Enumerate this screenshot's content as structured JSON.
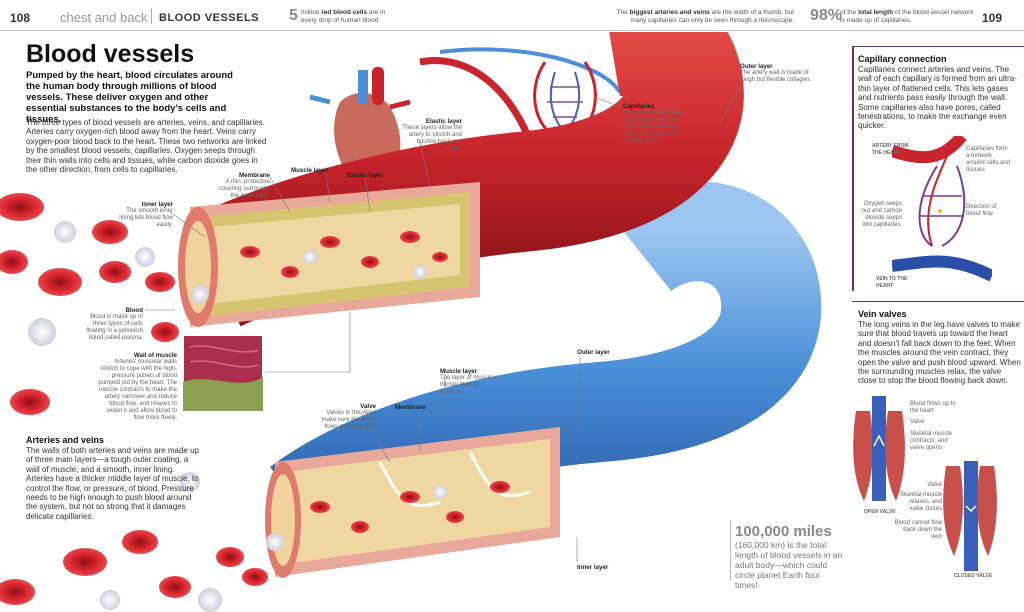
{
  "header": {
    "left_page_num": "108",
    "chapter": "chest and back",
    "section": "BLOOD VESSELS",
    "fact1_big": "5",
    "fact1_text_a": "million ",
    "fact1_text_b": "red blood cells",
    "fact1_text_c": " are in every drop of human blood.",
    "fact2_text_a": "The ",
    "fact2_text_b": "biggest arteries and veins",
    "fact2_text_c": " are the width of a thumb, but many capillaries can only be seen through a microscope.",
    "fact3_big": "98%",
    "fact3_text_a": "of the ",
    "fact3_text_b": "total length",
    "fact3_text_c": " of the blood vessel network is made up of capillaries.",
    "right_page_num": "109"
  },
  "main": {
    "title": "Blood vessels",
    "intro": "Pumped by the heart, blood circulates around the human body through millions of blood vessels. These deliver oxygen and other essential substances to the body’s cells and tissues.",
    "body": "The three types of blood vessels are arteries, veins, and capillaries. Arteries carry oxygen-rich blood away from the heart. Veins carry oxygen-poor blood back to the heart. These two networks are linked by the smallest blood vessels, capillaries. Oxygen seeps through their thin walls into cells and tissues, while carbon dioxide goes in the other direction, from cells to capillaries.",
    "arteries_heading": "Arteries and veins",
    "arteries_body": "The walls of both arteries and veins are made up of three main layers—a tough outer coating, a wall of muscle, and a smooth, inner lining. Arteries have a thicker middle layer of muscle, to control the flow, or pressure, of blood. Pressure needs to be high enough to push blood around the system, but not so strong that it damages delicate capillaries."
  },
  "labels": {
    "outer_layer_top": {
      "title": "Outer layer",
      "text": "The artery wall is made of tough but flexible collagen."
    },
    "capillaries": {
      "title": "Capillaries",
      "text": "The walls of capillaries are only one layer of cells thick, enabling gases to pass easily through them."
    },
    "elastic_layer_desc": {
      "title": "Elastic layer",
      "text": "These layers allow the artery to stretch and bounce back into shape."
    },
    "muscle_layer": {
      "title": "Muscle layer"
    },
    "elastic_layer": {
      "title": "Elastic layer"
    },
    "membrane_top": {
      "title": "Membrane",
      "text": "A thin, protective covering surrounds the inner layer."
    },
    "inner_layer": {
      "title": "Inner layer",
      "text": "The smooth inner lining lets blood flow easily."
    },
    "blood": {
      "title": "Blood",
      "text": "Blood is made up of three types of cells floating in a yellowish liquid called plasma."
    },
    "wall_of_muscle": {
      "title": "Wall of muscle",
      "text": "Arteries’ muscular walls stretch to cope with the high-pressure pulses of blood pumped out by the heart. The muscle contracts to make the artery narrower and reduce blood flow, and relaxes to widen it and allow blood to flow more freely."
    },
    "outer_layer_vein": {
      "title": "Outer layer"
    },
    "muscle_layer_vein": {
      "title": "Muscle layer",
      "text": "The layer of muscle is thinner than an artery’s."
    },
    "membrane_vein": {
      "title": "Membrane"
    },
    "valve": {
      "title": "Valve",
      "text": "Valves in the veins make sure the blood flows one way only."
    },
    "inner_layer_vein": {
      "title": "Inner layer"
    }
  },
  "big_fact": {
    "number": "100,000 miles",
    "text": "(160,000 km) is the total length of blood vessels in an adult body—which could circle planet Earth four times!"
  },
  "sidebar": {
    "cap_heading": "Capillary connection",
    "cap_body": "Capillaries connect arteries and veins. The wall of each capillary is formed from an ultra-thin layer of flattened cells. This lets gases and nutrients pass easily through the wall. Some capillaries also have pores, called fenestrations, to make the exchange even quicker.",
    "artery_from_heart": "ARTERY FROM THE HEART",
    "caps_form_network": "Capillaries form a network around cells and tissues.",
    "oxygen_seeps": "Oxygen seeps out and carbon dioxide seeps into capillaries.",
    "direction_flow": "Direction of blood flow",
    "vein_to_heart": "VEIN TO THE HEART",
    "vein_heading": "Vein valves",
    "vein_body": "The long veins in the leg have valves to make sure that blood travels up toward the heart and doesn’t fall back down to the feet. When the muscles around the vein contract, they open the valve and push blood upward. When the surrounding muscles relax, the valve close to stop the blood flowing back down.",
    "blood_flows_up": "Blood flows up to the heart",
    "valve_label": "Valve",
    "skeletal_contract": "Skeletal muscle contracts, and valve opens",
    "open_valve": "OPEN VALVE",
    "valve_label2": "Valve",
    "skeletal_relax": "Skeletal muscle relaxes, and valve closes",
    "blood_cannot": "Blood cannot flow back down the vein",
    "closed_valve": "CLOSED VALVE"
  },
  "colors": {
    "artery_red": "#c8242b",
    "vein_blue": "#4a8fd8",
    "accent_purple": "#6b2c7a",
    "tissue_pink": "#e8a99a"
  }
}
